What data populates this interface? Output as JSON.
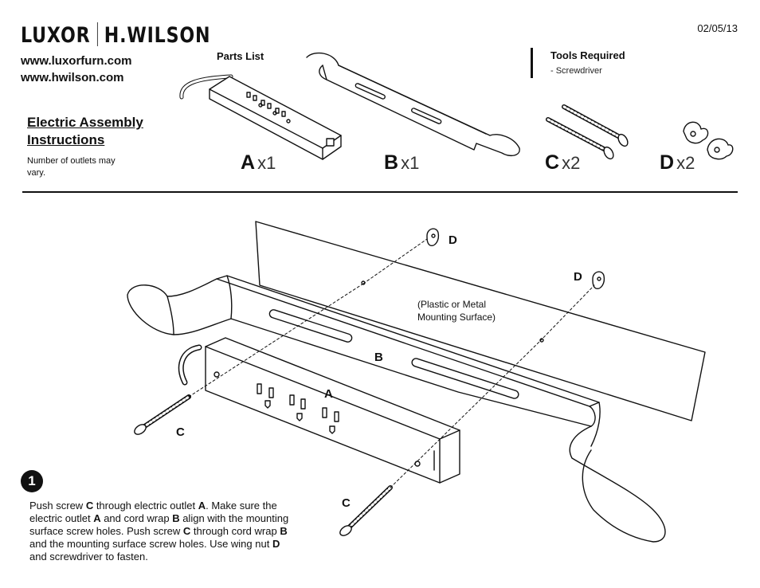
{
  "brand": {
    "left": "LUXOR",
    "right": "H.WILSON"
  },
  "date": "02/05/13",
  "urls": [
    "www.luxorfurn.com",
    "www.hwilson.com"
  ],
  "title": "Electric Assembly Instructions",
  "note": "Number of outlets may vary.",
  "parts_list_label": "Parts List",
  "tools": {
    "label": "Tools Required",
    "items": [
      "-  Screwdriver"
    ]
  },
  "parts": [
    {
      "letter": "A",
      "qty": "x1"
    },
    {
      "letter": "B",
      "qty": "x1"
    },
    {
      "letter": "C",
      "qty": "x2"
    },
    {
      "letter": "D",
      "qty": "x2"
    }
  ],
  "diagram_labels": {
    "surface": "(Plastic or Metal Mounting Surface)",
    "a": "A",
    "b": "B",
    "c1": "C",
    "c2": "C",
    "d1": "D",
    "d2": "D"
  },
  "step": {
    "number": "1",
    "segments": [
      {
        "t": "Push screw ",
        "b": false
      },
      {
        "t": "C",
        "b": true
      },
      {
        "t": " through electric outlet ",
        "b": false
      },
      {
        "t": "A",
        "b": true
      },
      {
        "t": ". Make sure the electric outlet ",
        "b": false
      },
      {
        "t": "A",
        "b": true
      },
      {
        "t": " and cord wrap ",
        "b": false
      },
      {
        "t": "B",
        "b": true
      },
      {
        "t": " align with the mounting surface screw holes. Push screw ",
        "b": false
      },
      {
        "t": "C",
        "b": true
      },
      {
        "t": " through cord wrap ",
        "b": false
      },
      {
        "t": "B",
        "b": true
      },
      {
        "t": " and the mounting surface screw holes. Use wing nut ",
        "b": false
      },
      {
        "t": "D",
        "b": true
      },
      {
        "t": " and screwdriver to fasten.",
        "b": false
      }
    ]
  }
}
